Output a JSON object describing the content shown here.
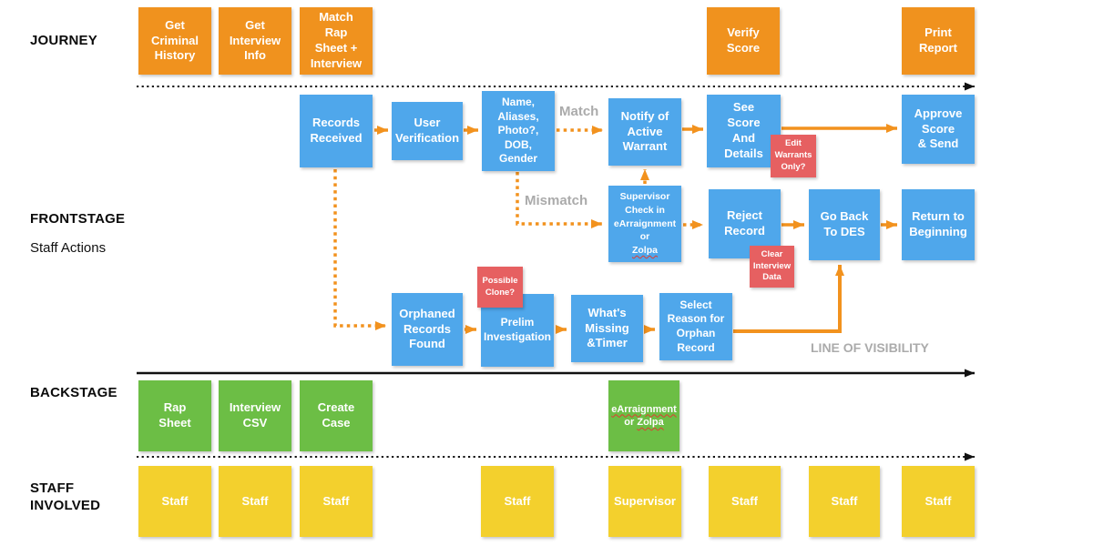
{
  "colors": {
    "journey_box": "#F0921E",
    "frontstage_box": "#4FA7EB",
    "backstage_box": "#6CBE45",
    "staff_box": "#F3D02D",
    "annotation_badge": "#E66061",
    "arrow": "#F2921E",
    "gray_label": "#ABABAB"
  },
  "lanes": {
    "journey_label": "JOURNEY",
    "frontstage_label": "FRONTSTAGE",
    "frontstage_sublabel": "Staff Actions",
    "backstage_label": "BACKSTAGE",
    "staff_label": "STAFF\nINVOLVED"
  },
  "journey": {
    "boxes": [
      {
        "label": "Get\nCriminal\nHistory"
      },
      {
        "label": "Get\nInterview\nInfo"
      },
      {
        "label": "Match\nRap\nSheet +\nInterview"
      },
      {
        "label": "Verify\nScore"
      },
      {
        "label": "Print\nReport"
      }
    ]
  },
  "frontstage": {
    "boxes": [
      {
        "label": "Records\nReceived"
      },
      {
        "label": "User\nVerification"
      },
      {
        "label": "Name,\nAliases,\nPhoto?,\nDOB,\nGender"
      },
      {
        "label": "Notify of\nActive\nWarrant"
      },
      {
        "label": "See\nScore\nAnd\nDetails"
      },
      {
        "label": "Approve\nScore\n& Send"
      },
      {
        "label": "Supervisor\nCheck in\neArraignment\nor\nZolpa"
      },
      {
        "label": "Reject\nRecord"
      },
      {
        "label": "Go Back\nTo DES"
      },
      {
        "label": "Return to\nBeginning"
      },
      {
        "label": "Orphaned\nRecords\nFound"
      },
      {
        "label": "Prelim\nInvestigation"
      },
      {
        "label": "What's\nMissing\n&Timer"
      },
      {
        "label": "Select\nReason for\nOrphan\nRecord"
      }
    ]
  },
  "badges": [
    {
      "label": "Possible\nClone?"
    },
    {
      "label": "Edit\nWarrants\nOnly?"
    },
    {
      "label": "Clear\nInterview\nData"
    }
  ],
  "backstage": {
    "boxes": [
      {
        "label": "Rap\nSheet"
      },
      {
        "label": "Interview\nCSV"
      },
      {
        "label": "Create\nCase"
      },
      {
        "label": "eArraignment\nor Zolpa"
      }
    ]
  },
  "staff": {
    "boxes": [
      {
        "label": "Staff"
      },
      {
        "label": "Staff"
      },
      {
        "label": "Staff"
      },
      {
        "label": "Staff"
      },
      {
        "label": "Supervisor"
      },
      {
        "label": "Staff"
      },
      {
        "label": "Staff"
      },
      {
        "label": "Staff"
      }
    ]
  },
  "flow_labels": {
    "match": "Match",
    "mismatch": "Mismatch",
    "line_of_visibility": "LINE OF VISIBILITY"
  }
}
